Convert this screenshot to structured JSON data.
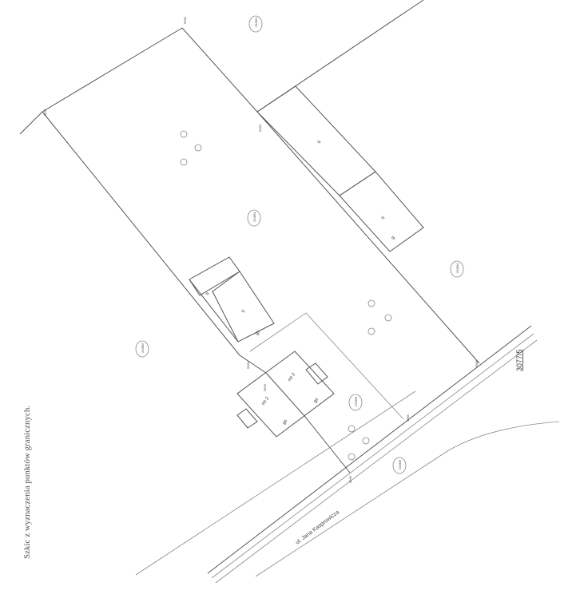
{
  "caption": "Szkic z wyznaczenia punktów granicznych.",
  "street_name": "ul. Jana Kasprowicza",
  "point_labels": [
    "5967",
    "5960",
    "5959",
    "5964",
    "5963",
    "5966",
    "5985",
    "5988"
  ],
  "parcel_labels": [
    "2336/1",
    "2336/3",
    "2336/2",
    "2336/4",
    "2336/5",
    "2336/6",
    "3077/5"
  ],
  "building_labels": [
    "ti",
    "ti",
    "ti",
    "ti",
    "mt 2",
    "mt 2",
    "g",
    "gs",
    "gs",
    "gs"
  ],
  "colors": {
    "line": "#555555",
    "paper": "#ffffff"
  }
}
